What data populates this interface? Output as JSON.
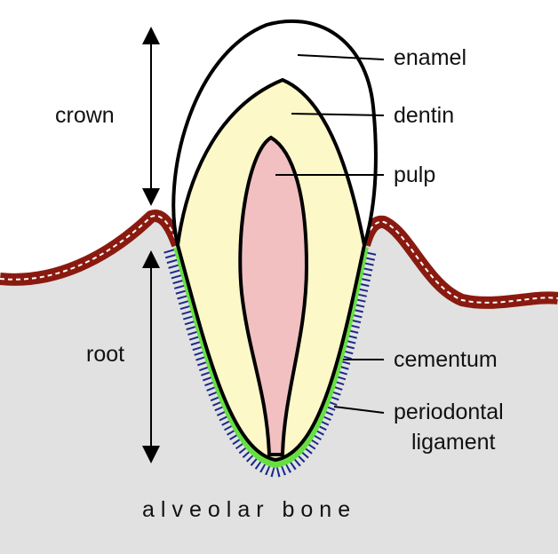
{
  "labels": {
    "enamel": "enamel",
    "dentin": "dentin",
    "pulp": "pulp",
    "crown": "crown",
    "root": "root",
    "cementum": "cementum",
    "periodontal_1": "periodontal",
    "periodontal_2": "ligament",
    "alveolar_bone": "alveolar bone"
  },
  "colors": {
    "bone": "#e1e1e1",
    "gum": "#8a1a10",
    "enamel": "#ffffff",
    "dentin": "#fdf8c8",
    "pulp": "#f2c0c0",
    "cementum": "#66e040",
    "ligament": "#1a2a8a"
  }
}
